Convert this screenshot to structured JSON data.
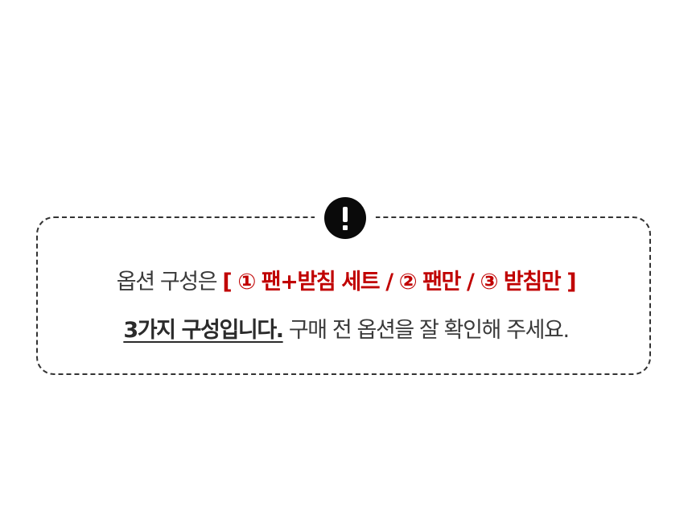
{
  "notice": {
    "icon": "exclamation-icon",
    "icon_color": "#0a0a0a",
    "border_color": "#333333",
    "line1": {
      "prefix": "옵션 구성은 ",
      "options": "[ ① 팬+받침 세트 / ② 팬만 / ③ 받침만 ]",
      "options_color": "#c00000"
    },
    "line2": {
      "emphasis": "3가지 구성입니다.",
      "rest": " 구매 전 옵션을 잘 확인해 주세요."
    }
  }
}
